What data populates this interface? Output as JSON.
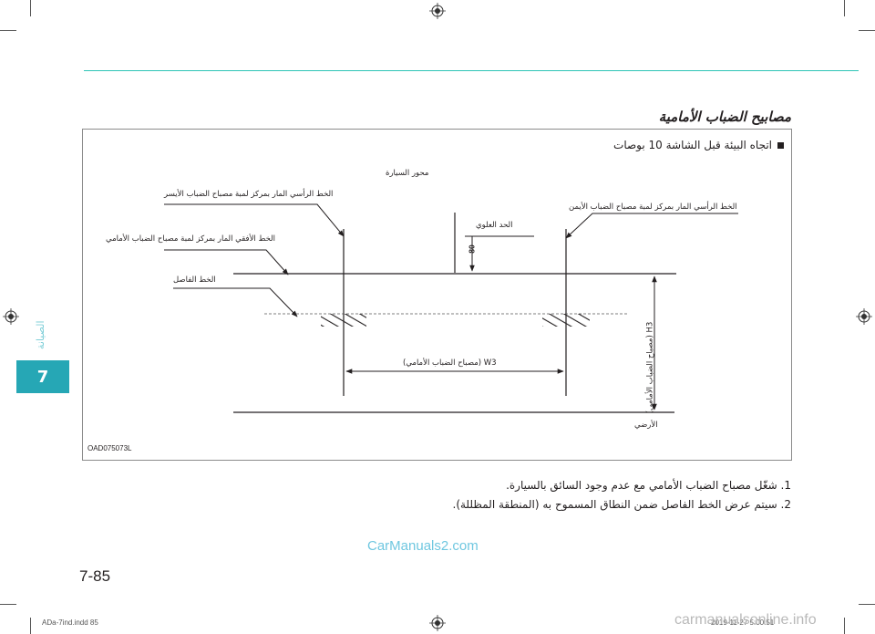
{
  "section_tab": "7",
  "side_label": "الصيانة",
  "section_title": "مصابيح الضباب الأمامية",
  "note": "اتجاه البيئة قبل الشاشة 10 بوصات",
  "diagram": {
    "labels": {
      "vehicle_axis": "محور السيارة",
      "vertical_left": "الخط الرأسي المار بمركز لمبة مصباح الضباب الأيسر",
      "vertical_right": "الخط الرأسي المار بمركز لمبة مصباح الضباب الأيمن",
      "horizontal_center": "الخط الأفقي المار بمركز لمبة مصباح الضباب الأمامي",
      "upper_line": "الحد العلوي",
      "cutoff_line": "الخط الفاصل",
      "width_label": "W3 (مصباح الضباب الأمامي)",
      "height_label": "H3 (مصباح الضباب الأمامي)",
      "ground": "الأرضي",
      "offset_value": "80"
    },
    "code": "OAD075073L"
  },
  "steps": [
    "1. شغّل مصباح الضباب الأمامي مع عدم وجود السائق بالسيارة.",
    "2. سيتم عرض الخط الفاصل ضمن النطاق المسموح به (المنطقة المظللة)."
  ],
  "watermark": "CarManuals2.com",
  "page_number": "7-85",
  "footer": {
    "file": "ADa-7ind.indd   85",
    "timestamp": "2019-11-27   5:00:51"
  },
  "brand": "carmanualsonline.info"
}
